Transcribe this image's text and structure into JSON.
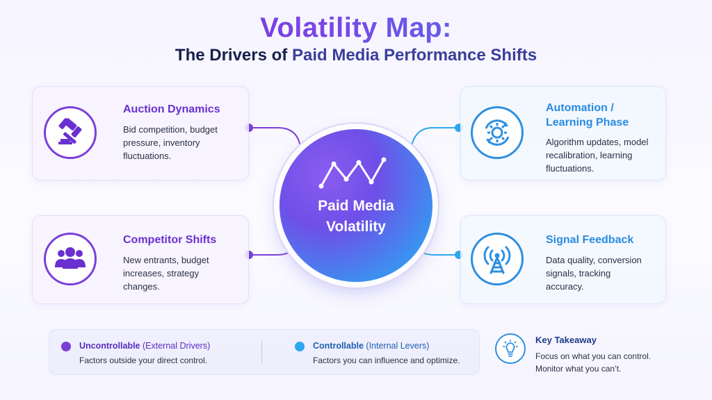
{
  "header": {
    "title": "Volatility Map:",
    "subtitle_prefix": "The Drivers of",
    "subtitle_highlight": "Paid Media Performance Shifts"
  },
  "center": {
    "label_line1": "Paid Media",
    "label_line2": "Volatility"
  },
  "cards": {
    "auction": {
      "title": "Auction Dynamics",
      "desc": [
        "Bid competition, budget",
        "pressure, inventory",
        "fluctuations."
      ],
      "icon": "gavel-icon"
    },
    "competitor": {
      "title": "Competitor Shifts",
      "desc": [
        "New entrants, budget",
        "increases, strategy",
        "changes."
      ],
      "icon": "users-icon"
    },
    "automation": {
      "title_line1": "Automation /",
      "title_line2": "Learning Phase",
      "desc": [
        "Algorithm updates, model",
        "recalibration, learning",
        "fluctuations."
      ],
      "icon": "gear-sync-icon"
    },
    "signal": {
      "title": "Signal Feedback",
      "desc": [
        "Data quality, conversion",
        "signals, tracking",
        "accuracy."
      ],
      "icon": "signal-tower-icon"
    }
  },
  "legend": {
    "uncontrollable": {
      "title_main": "Uncontrollable",
      "title_paren": "(External Drivers)",
      "desc": "Factors outside your direct control.",
      "color": "#7b3fd9"
    },
    "controllable": {
      "title_main": "Controllable",
      "title_paren": "(Internal Levers)",
      "desc": "Factors you can influence and optimize.",
      "color": "#2fa7ee"
    }
  },
  "takeaway": {
    "title": "Key Takeaway",
    "line1": "Focus on what you can control.",
    "line2": "Monitor what you can’t.",
    "icon": "lightbulb-icon"
  },
  "colors": {
    "purple": "#7b3fd9",
    "blue": "#2d8fe0"
  }
}
